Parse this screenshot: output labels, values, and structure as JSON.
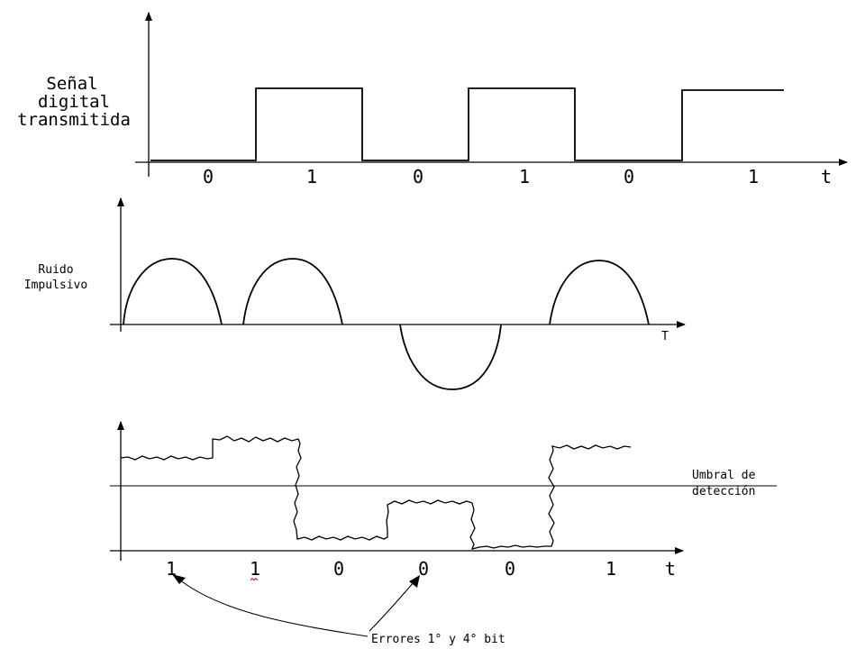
{
  "panel1": {
    "label_lines": [
      "Señal",
      "digital",
      "transmitida"
    ],
    "bits": [
      "0",
      "1",
      "0",
      "1",
      "0",
      "1"
    ],
    "axis_label": "t"
  },
  "panel2": {
    "label_lines": [
      "Ruido",
      "Impulsivo"
    ],
    "axis_label": "T"
  },
  "panel3": {
    "threshold_lines": [
      "Umbral de",
      "detección"
    ],
    "bits": [
      "1",
      "1",
      "0",
      "0",
      "0",
      "1"
    ],
    "axis_label": "t",
    "annotation": "Errores 1° y 4° bit"
  }
}
